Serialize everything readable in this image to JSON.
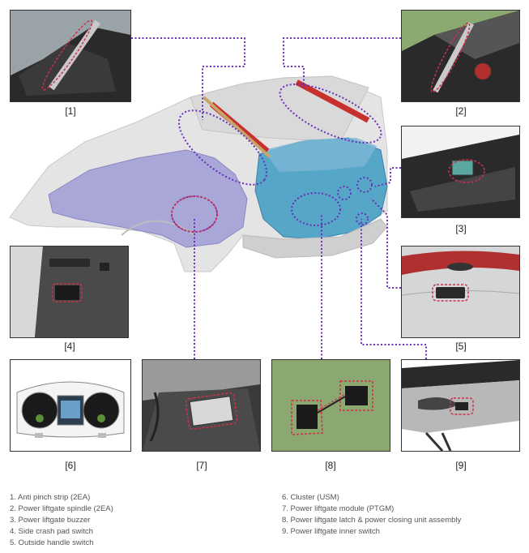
{
  "callouts": [
    {
      "id": "1",
      "label": "[1]"
    },
    {
      "id": "2",
      "label": "[2]"
    },
    {
      "id": "3",
      "label": "[3]"
    },
    {
      "id": "4",
      "label": "[4]"
    },
    {
      "id": "5",
      "label": "[5]"
    },
    {
      "id": "6",
      "label": "[6]"
    },
    {
      "id": "7",
      "label": "[7]"
    },
    {
      "id": "8",
      "label": "[8]"
    },
    {
      "id": "9",
      "label": "[9]"
    }
  ],
  "legend": {
    "left": [
      "1. Anti pinch strip (2EA)",
      "2. Power liftgate spindle (2EA)",
      "3. Power liftgate buzzer",
      "4. Side crash pad switch",
      "5. Outside handle switch"
    ],
    "right": [
      "6. Cluster (USM)",
      "7. Power liftgate module (PTGM)",
      "8. Power liftgate latch & power closing unit assembly",
      "9. Power liftgate inner switch"
    ]
  },
  "colors": {
    "leader_line": "#6a2fb8",
    "highlight_ring": "#d0304a",
    "frame": "#333333",
    "photo_green": "#8aa870"
  }
}
